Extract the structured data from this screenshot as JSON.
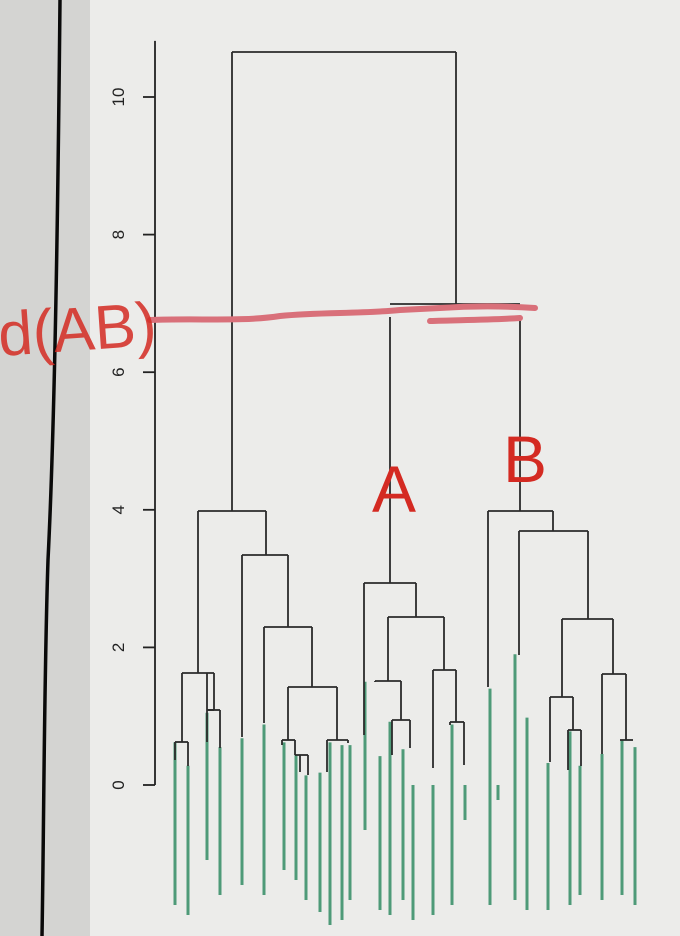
{
  "colors": {
    "page_background": "#d4d4d2",
    "plot_background": "#ececea",
    "frame_line": "#0a0a0a",
    "axis": "#222222",
    "branch": "#2b2b2b",
    "leaf": "#4e9a78",
    "annotation_line": "#d9707a",
    "annotation_text": "#d42a22"
  },
  "chart_data": {
    "type": "dendrogram",
    "title": "",
    "xlabel": "",
    "ylabel": "",
    "ylim": [
      0,
      10.7
    ],
    "yticks": [
      0,
      2,
      4,
      6,
      8,
      10
    ],
    "ytick_labels": [
      "0",
      "2",
      "4",
      "6",
      "8",
      "10"
    ],
    "root_height": 10.65,
    "cut_height": 6.88,
    "annotations": {
      "distance_label": "d(AB)",
      "cluster_a": "A",
      "cluster_b": "B"
    }
  }
}
